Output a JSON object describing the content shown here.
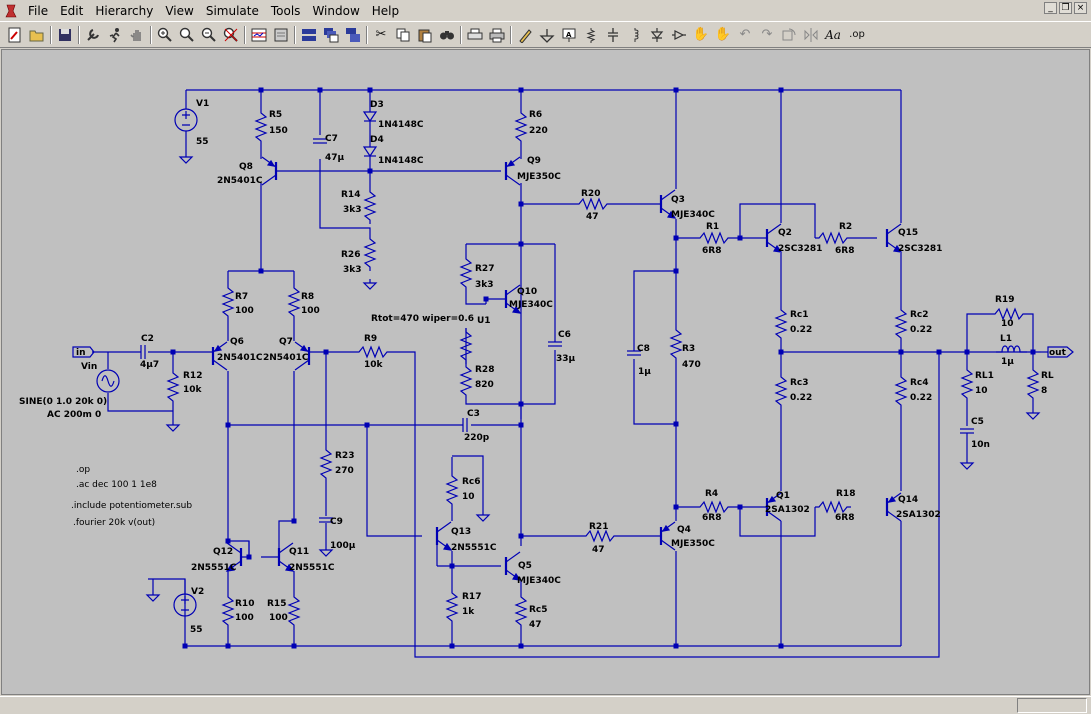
{
  "menu": [
    "File",
    "Edit",
    "Hierarchy",
    "View",
    "Simulate",
    "Tools",
    "Window",
    "Help"
  ],
  "toolbar_icons": [
    "new-schematic-icon",
    "open-icon",
    "save-icon",
    "control-panel-icon",
    "run-icon",
    "halt-icon",
    "zoom-in-icon",
    "zoom-pan-icon",
    "zoom-out-icon",
    "zoom-fit-icon",
    "tile-icon",
    "cascade-icon",
    "close-all-icon",
    "cut-icon",
    "copy-icon",
    "paste-icon",
    "find-icon",
    "print-setup-icon",
    "print-icon",
    "draw-wire-icon",
    "ground-icon",
    "label-net-icon",
    "resistor-icon",
    "capacitor-icon",
    "inductor-icon",
    "diode-icon",
    "component-icon",
    "move-icon",
    "drag-icon",
    "undo-icon",
    "redo-icon",
    "rotate-icon",
    "mirror-icon",
    "text-icon",
    "spice-directive-icon"
  ],
  "toolbar_glyphs": {
    "text": "Aa",
    "directive": ".op"
  },
  "colors": {
    "wire": "#0000b4",
    "background": "#c0c0c0",
    "junction": "#0000b4"
  },
  "labels": {
    "V1": "V1",
    "V1v": "55",
    "V2": "V2",
    "V2v": "55",
    "R5": "R5",
    "R5v": "150",
    "C7": "C7",
    "C7v": "47µ",
    "D3": "D3",
    "D3v": "1N4148C",
    "D4": "D4",
    "D4v": "1N4148C",
    "R6": "R6",
    "R6v": "220",
    "Q8": "Q8",
    "Q8v": "2N5401C",
    "Q9": "Q9",
    "Q9v": "MJE350C",
    "R14": "R14",
    "R14v": "3k3",
    "R26": "R26",
    "R26v": "3k3",
    "R20": "R20",
    "R20v": "47",
    "Q3": "Q3",
    "Q3v": "MJE340C",
    "R1": "R1",
    "R1v": "6R8",
    "Q2": "Q2",
    "Q2v": "2SC3281",
    "R2": "R2",
    "R2v": "6R8",
    "Q15": "Q15",
    "Q15v": "2SC3281",
    "R7": "R7",
    "R7v": "100",
    "R8": "R8",
    "R8v": "100",
    "R27": "R27",
    "R27v": "3k3",
    "Q10": "Q10",
    "Q10v": "MJE340C",
    "U1": "U1",
    "U1t": "Rtot=470 wiper=0.6",
    "R9": "R9",
    "R9v": "10k",
    "C6": "C6",
    "C6v": "33µ",
    "Rc1": "Rc1",
    "Rc1v": "0.22",
    "Rc2": "Rc2",
    "Rc2v": "0.22",
    "R19": "R19",
    "R19v": "10",
    "L1": "L1",
    "L1v": "1µ",
    "in": "in",
    "out": "out",
    "C2": "C2",
    "C2v": "4µ7",
    "Q6": "Q6",
    "Q6v": "2N5401C",
    "Q7": "Q7",
    "Q7v": "2N5401C",
    "R12": "R12",
    "R12v": "10k",
    "Vin": "Vin",
    "vin_sine": "SINE(0 1.0 20k 0)",
    "vin_ac": "AC 200m 0",
    "R28": "R28",
    "R28v": "820",
    "C8": "C8",
    "C8v": "1µ",
    "R3": "R3",
    "R3v": "470",
    "RL1": "RL1",
    "RL1v": "10",
    "RL": "RL",
    "RLv": "8",
    "Rc3": "Rc3",
    "Rc3v": "0.22",
    "Rc4": "Rc4",
    "Rc4v": "0.22",
    "C3": "C3",
    "C3v": "220p",
    "C5": "C5",
    "C5v": "10n",
    "R23": "R23",
    "R23v": "270",
    "Rc6": "Rc6",
    "Rc6v": "10",
    "C9": "C9",
    "C9v": "100µ",
    "R4": "R4",
    "R4v": "6R8",
    "Q1": "Q1",
    "Q1v": "2SA1302",
    "R18": "R18",
    "R18v": "6R8",
    "Q14": "Q14",
    "Q14v": "2SA1302",
    "R21": "R21",
    "R21v": "47",
    "Q4": "Q4",
    "Q4v": "MJE350C",
    "Q13": "Q13",
    "Q13v": "2N5551C",
    "Q12": "Q12",
    "Q12v": "2N5551C",
    "Q11": "Q11",
    "Q11v": "2N5551C",
    "Q5": "Q5",
    "Q5v": "MJE340C",
    "R10": "R10",
    "R10v": "100",
    "R15": "R15",
    "R15v": "100",
    "R17": "R17",
    "R17v": "1k",
    "Rc5": "Rc5",
    "Rc5v": "47"
  },
  "directives": [
    ".op",
    ".ac dec 100 1 1e8",
    ".include potentiometer.sub",
    ".fourier 20k v(out)"
  ]
}
